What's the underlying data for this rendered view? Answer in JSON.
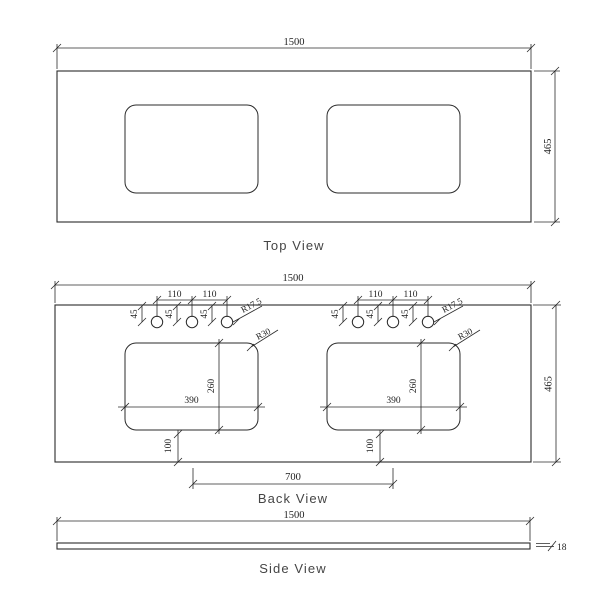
{
  "colors": {
    "line": "#2b2b2b",
    "label": "#454545",
    "background": "#ffffff"
  },
  "views": {
    "top": {
      "label": "Top View",
      "dims": {
        "width": "1500",
        "depth": "465"
      }
    },
    "back": {
      "label": "Back View",
      "dims": {
        "width": "1500",
        "depth": "465",
        "faucet_spacing": "110",
        "faucet_offset": "45",
        "faucet_hole_radius": "R17.5",
        "cutout_corner_radius": "R30",
        "cutout_width": "390",
        "cutout_depth": "260",
        "cutout_bottom_offset": "100",
        "bowl_center_distance": "700"
      }
    },
    "side": {
      "label": "Side View",
      "dims": {
        "width": "1500",
        "thickness": "18"
      }
    }
  }
}
